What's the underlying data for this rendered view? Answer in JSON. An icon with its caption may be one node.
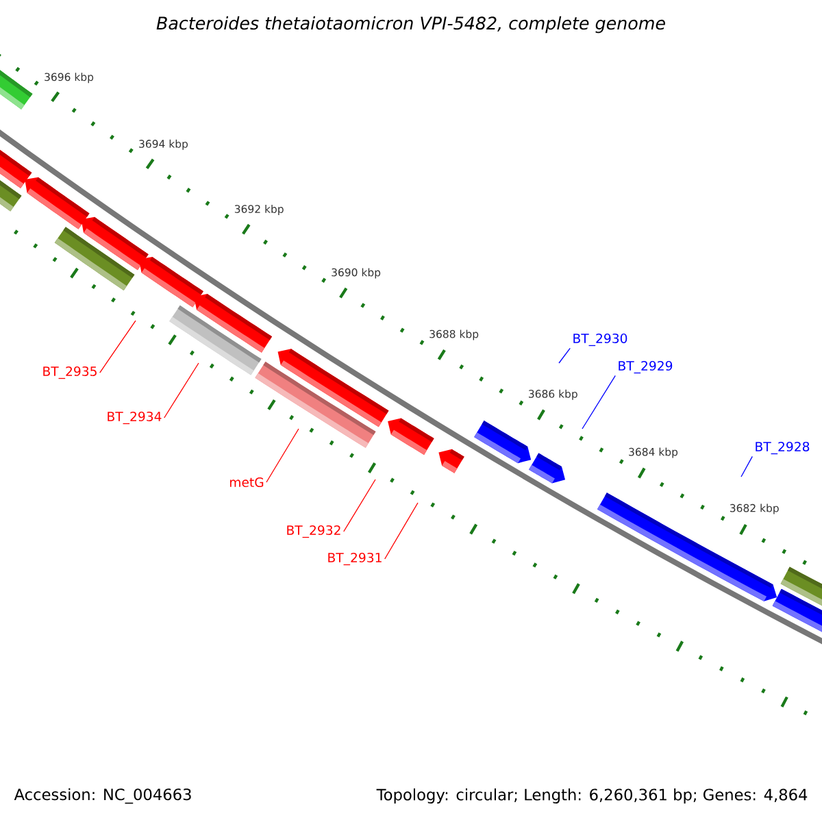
{
  "diagram": {
    "title": "Bacteroides thetaiotaomicron VPI-5482, complete genome",
    "nodes": [
      {
        "text": [
          "BT_2935"
        ]
      },
      {
        "text": [
          "BT_2934"
        ]
      },
      {
        "text": [
          "metG"
        ]
      },
      {
        "text": [
          "BT_2932"
        ]
      },
      {
        "text": [
          "BT_2931"
        ]
      },
      {
        "text": [
          "BT_2930"
        ]
      },
      {
        "text": [
          "BT_2929"
        ]
      },
      {
        "text": [
          "BT_2928"
        ]
      }
    ],
    "edges": [
      {
        "from": 0,
        "to": null,
        "arrow": "none"
      },
      {
        "from": 1,
        "to": null,
        "arrow": "none"
      },
      {
        "from": 2,
        "to": null,
        "arrow": "none"
      },
      {
        "from": 3,
        "to": null,
        "arrow": "none"
      },
      {
        "from": 4,
        "to": null,
        "arrow": "none"
      },
      {
        "from": 5,
        "to": null,
        "arrow": "none",
        "color": "#0000ff"
      },
      {
        "from": 6,
        "to": null,
        "arrow": "none",
        "color": "#0000ff"
      },
      {
        "from": 7,
        "to": null,
        "arrow": "none",
        "color": "#0000ff"
      }
    ],
    "labels": [
      "3696 kbp",
      "3694 kbp",
      "3692 kbp",
      "3690 kbp",
      "3688 kbp",
      "3686 kbp",
      "3684 kbp",
      "3682 kbp",
      "Accession: NC_004663",
      "Topology: circular; Length: 6,260,361 bp; Genes: 4,864"
    ]
  }
}
